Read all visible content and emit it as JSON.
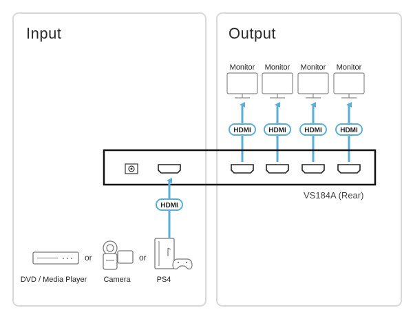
{
  "input_panel": {
    "title": "Input"
  },
  "output_panel": {
    "title": "Output"
  },
  "monitors": [
    {
      "label": "Monitor",
      "connector": "HDMI"
    },
    {
      "label": "Monitor",
      "connector": "HDMI"
    },
    {
      "label": "Monitor",
      "connector": "HDMI"
    },
    {
      "label": "Monitor",
      "connector": "HDMI"
    }
  ],
  "input_connector": "HDMI",
  "device": {
    "label": "VS184A (Rear)"
  },
  "sources": [
    {
      "label": "DVD / Media Player"
    },
    {
      "label": "Camera"
    },
    {
      "label": "PS4"
    }
  ],
  "separator": "or",
  "colors": {
    "arrow": "#5aaed8",
    "frame": "#111111",
    "panel_border": "#d8d8d8"
  }
}
